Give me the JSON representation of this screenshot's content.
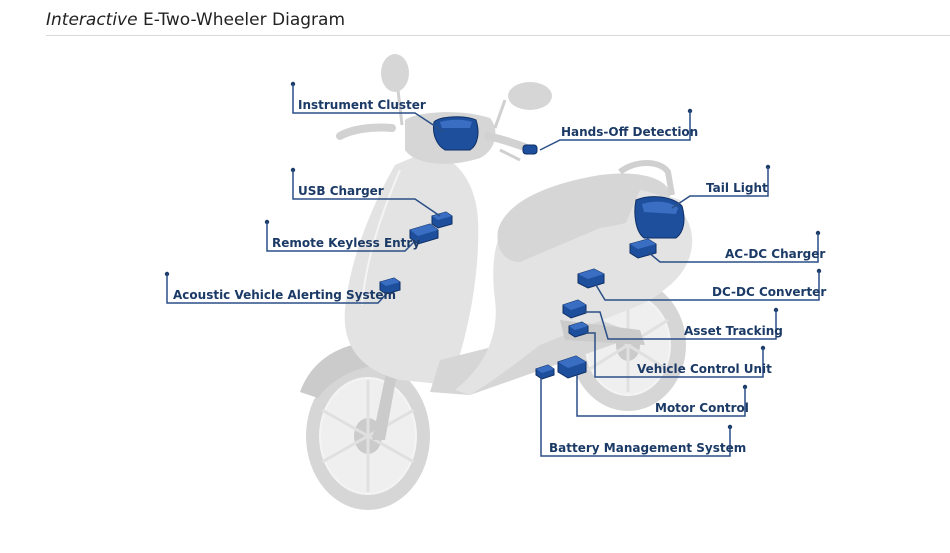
{
  "header": {
    "title_italic": "Interactive",
    "title_rest": "E-Two-Wheeler Diagram"
  },
  "labels": {
    "instrument_cluster": "Instrument Cluster",
    "hands_off_detection": "Hands-Off Detection",
    "usb_charger": "USB Charger",
    "tail_light": "Tail Light",
    "remote_keyless_entry": "Remote Keyless Entry",
    "ac_dc_charger": "AC-DC Charger",
    "acoustic_vehicle_alerting_system": "Acoustic Vehicle Alerting System",
    "dc_dc_converter": "DC-DC Converter",
    "asset_tracking": "Asset Tracking",
    "vehicle_control_unit": "Vehicle Control Unit",
    "motor_control": "Motor Control",
    "battery_management_system": "Battery Management System"
  },
  "colors": {
    "component": "#1d4f9c",
    "leader": "#2a4f86",
    "label": "#1b3a66",
    "scooter_body": "#e3e3e3"
  }
}
